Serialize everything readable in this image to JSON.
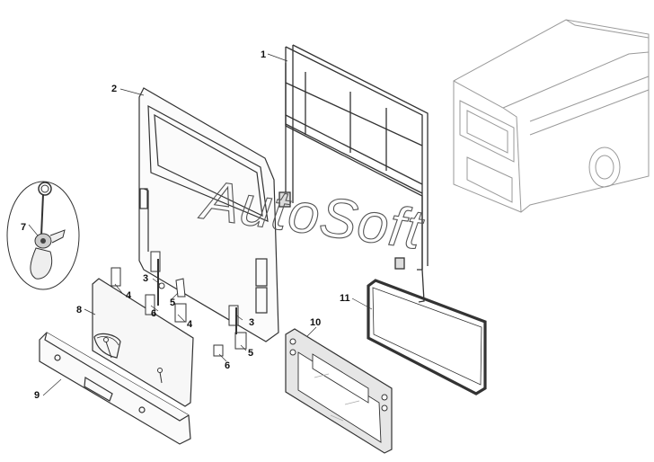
{
  "diagram": {
    "callouts": [
      "1",
      "2",
      "3",
      "3",
      "4",
      "4",
      "5",
      "5",
      "6",
      "6",
      "7",
      "8",
      "9",
      "10",
      "11"
    ],
    "watermark": "AutoSoft"
  },
  "colors": {
    "line": "#333333",
    "light_line": "#9a9a9a",
    "panel_fill": "#f7f7f7",
    "gasket_fill": "#e6e6e6"
  }
}
